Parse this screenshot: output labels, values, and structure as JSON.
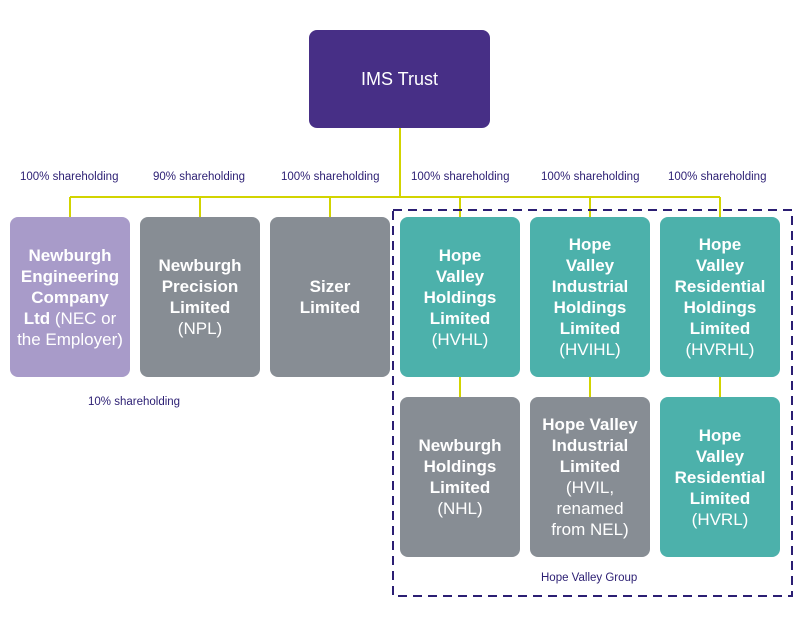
{
  "root": {
    "label": "IMS Trust"
  },
  "shareholding_labels": [
    "100% shareholding",
    "90% shareholding",
    "100% shareholding",
    "100% shareholding",
    "100% shareholding",
    "100% shareholding",
    "10% shareholding"
  ],
  "group_label": "Hope Valley Group",
  "entities": [
    {
      "name_lines": [
        "Newburgh",
        "Engineering",
        "Company"
      ],
      "last_bold": "Ltd",
      "last_norm": " (NEC or",
      "extra_lines": [
        "the Employer)"
      ]
    },
    {
      "name_lines": [
        "Newburgh",
        "Precision",
        "Limited"
      ],
      "abbr": "(NPL)"
    },
    {
      "name_lines": [
        "Sizer",
        "Limited"
      ]
    },
    {
      "name_lines": [
        "Hope",
        "Valley",
        "Holdings",
        "Limited"
      ],
      "abbr": "(HVHL)"
    },
    {
      "name_lines": [
        "Hope",
        "Valley",
        "Industrial",
        "Holdings",
        "Limited"
      ],
      "abbr": "(HVIHL)"
    },
    {
      "name_lines": [
        "Hope",
        "Valley",
        "Residential",
        "Holdings",
        "Limited"
      ],
      "abbr": "(HVRHL)"
    },
    {
      "name_lines": [
        "Newburgh",
        "Holdings",
        "Limited"
      ],
      "abbr": "(NHL)"
    },
    {
      "name_lines": [
        "Hope Valley",
        "Industrial",
        "Limited"
      ],
      "abbr_lines": [
        "(HVIL,",
        "renamed",
        "from NEL)"
      ]
    },
    {
      "name_lines": [
        "Hope",
        "Valley",
        "Residential",
        "Limited"
      ],
      "abbr": "(HVRL)"
    }
  ],
  "colors": {
    "root": "#472f86",
    "nec": "#a89bc9",
    "grey": "#878d94",
    "teal": "#4cb1ab",
    "connector": "#d2d400",
    "group_border": "#2b1e73",
    "label_text": "#2b1e73"
  }
}
